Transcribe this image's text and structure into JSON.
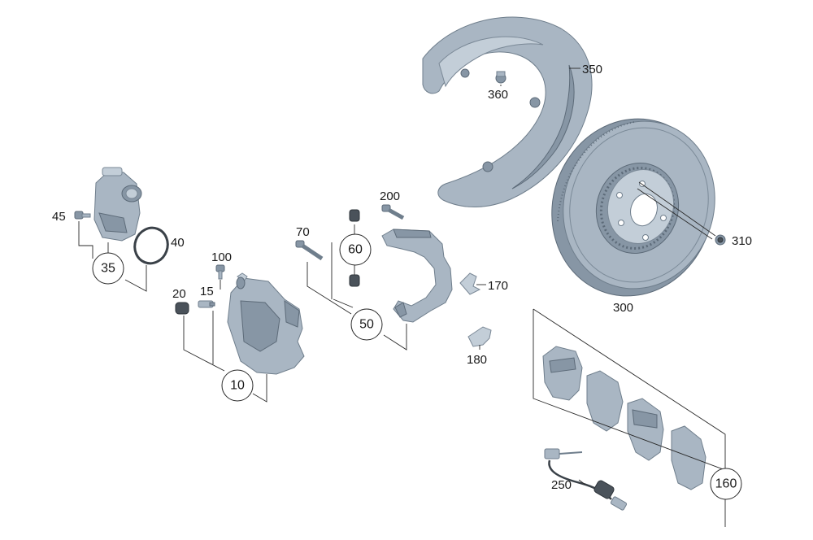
{
  "callouts": {
    "c10": "10",
    "c15": "15",
    "c20": "20",
    "c35": "35",
    "c40": "40",
    "c45": "45",
    "c50": "50",
    "c60": "60",
    "c70": "70",
    "c100": "100",
    "c160": "160",
    "c170": "170",
    "c180": "180",
    "c200": "200",
    "c250": "250",
    "c300": "300",
    "c310": "310",
    "c350": "350",
    "c360": "360"
  },
  "colors": {
    "part": "#a9b6c3",
    "part_dark": "#8796a5",
    "line": "#2a2a2a"
  }
}
